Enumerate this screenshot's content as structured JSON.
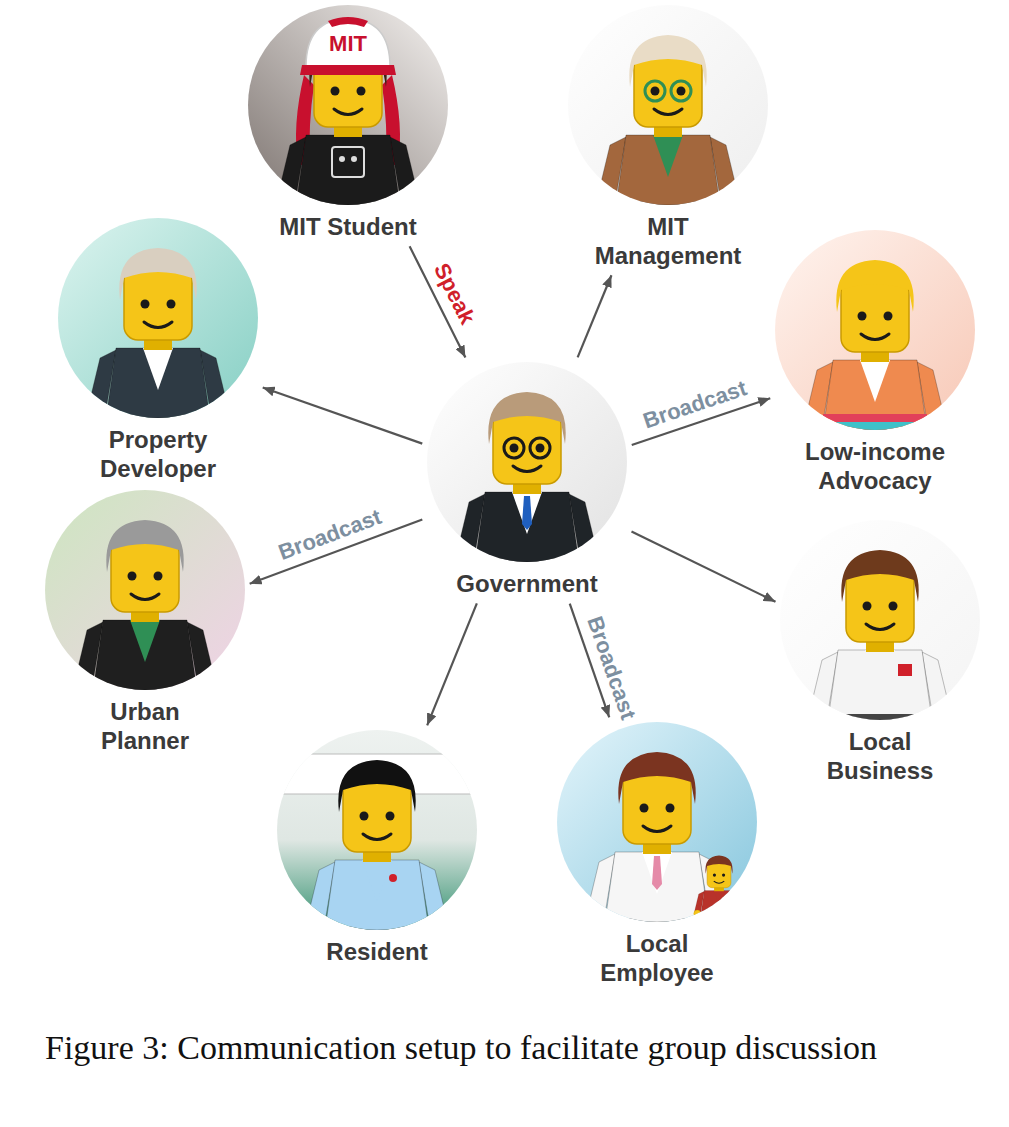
{
  "diagram": {
    "caption": "Figure 3: Communication setup to facilitate group discussion",
    "nodes": [
      {
        "text": [
          "MIT Student"
        ]
      },
      {
        "text": [
          "MIT Management"
        ]
      },
      {
        "text": [
          "Property Developer"
        ]
      },
      {
        "text": [
          "Low-income Advocacy"
        ]
      },
      {
        "text": [
          "Government"
        ]
      },
      {
        "text": [
          "Urban Planner"
        ]
      },
      {
        "text": [
          "Local Business"
        ]
      },
      {
        "text": [
          "Resident"
        ]
      },
      {
        "text": [
          "Local Employee"
        ]
      }
    ],
    "edges": [
      {
        "from": 0,
        "to": 4,
        "arrow": "to",
        "label": "Speak"
      },
      {
        "from": 4,
        "to": 1,
        "arrow": "to"
      },
      {
        "from": 4,
        "to": 2,
        "arrow": "to"
      },
      {
        "from": 4,
        "to": 3,
        "arrow": "to",
        "label": "Broadcast"
      },
      {
        "from": 4,
        "to": 5,
        "arrow": "to",
        "label": "Broadcast"
      },
      {
        "from": 4,
        "to": 6,
        "arrow": "to"
      },
      {
        "from": 4,
        "to": 7,
        "arrow": "to"
      },
      {
        "from": 4,
        "to": 8,
        "arrow": "to",
        "label": "Broadcast"
      }
    ],
    "labels": [
      "MIT"
    ]
  }
}
